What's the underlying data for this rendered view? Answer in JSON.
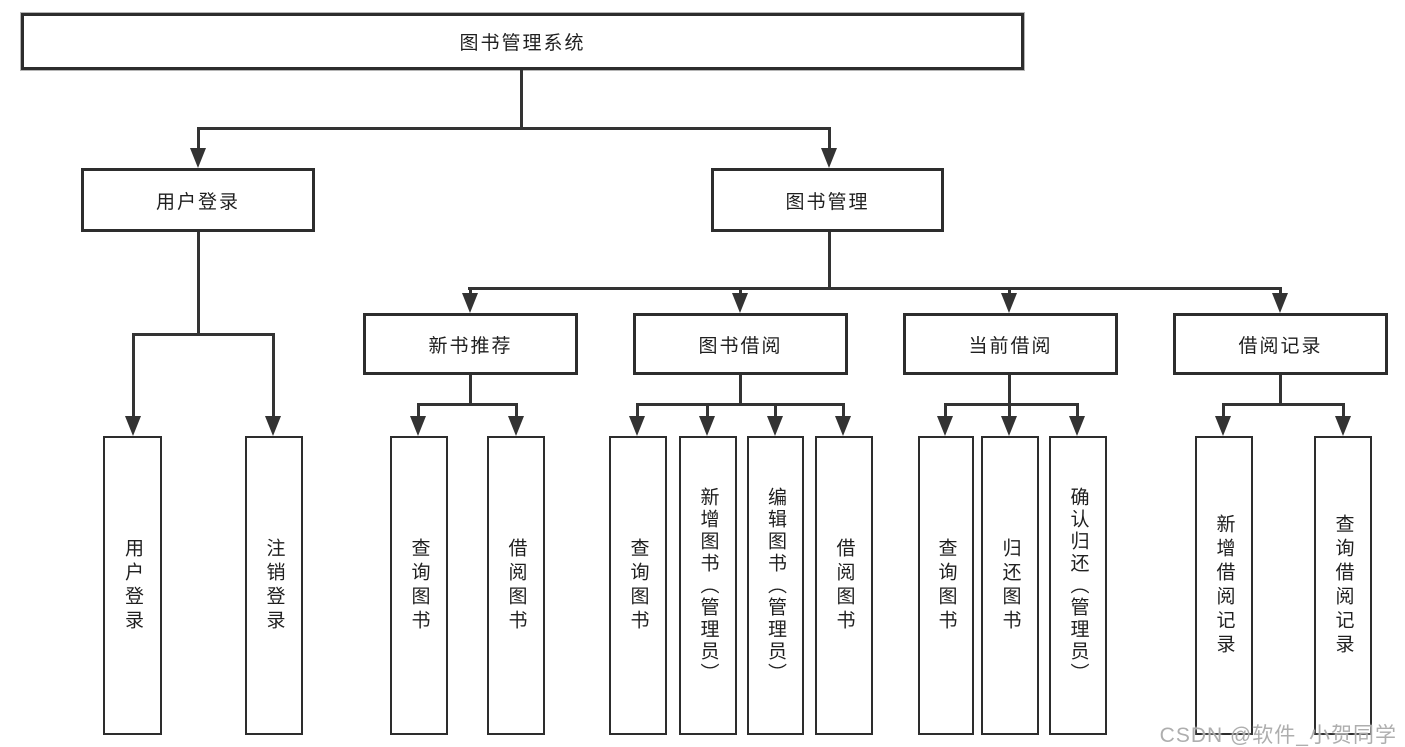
{
  "diagram": {
    "root": {
      "label": "图书管理系统"
    },
    "level2": {
      "user_login": {
        "label": "用户登录"
      },
      "book_mgmt": {
        "label": "图书管理"
      }
    },
    "level3": {
      "new_book_rec": {
        "label": "新书推荐"
      },
      "book_borrow": {
        "label": "图书借阅"
      },
      "current_borrow": {
        "label": "当前借阅"
      },
      "borrow_records": {
        "label": "借阅记录"
      }
    },
    "leaves": {
      "user_login": {
        "label": "用户登录"
      },
      "logout": {
        "label": "注销登录"
      },
      "query_book_rec": {
        "label": "查询图书"
      },
      "borrow_book_rec": {
        "label": "借阅图书"
      },
      "query_book_borrow": {
        "label": "查询图书"
      },
      "add_book_admin": {
        "label": "新增图书（管理员）"
      },
      "edit_book_admin": {
        "label": "编辑图书（管理员）"
      },
      "borrow_book_borrow": {
        "label": "借阅图书"
      },
      "query_book_current": {
        "label": "查询图书"
      },
      "return_book": {
        "label": "归还图书"
      },
      "confirm_return_admin": {
        "label": "确认归还（管理员）"
      },
      "add_borrow_record": {
        "label": "新增借阅记录"
      },
      "query_borrow_record": {
        "label": "查询借阅记录"
      }
    },
    "watermark": "CSDN @软件_小贺同学",
    "colors": {
      "line": "#333333",
      "box_border": "#2d2d2d",
      "text": "#1f1f1f",
      "watermark": "#aaaaaa",
      "background": "#ffffff"
    }
  }
}
